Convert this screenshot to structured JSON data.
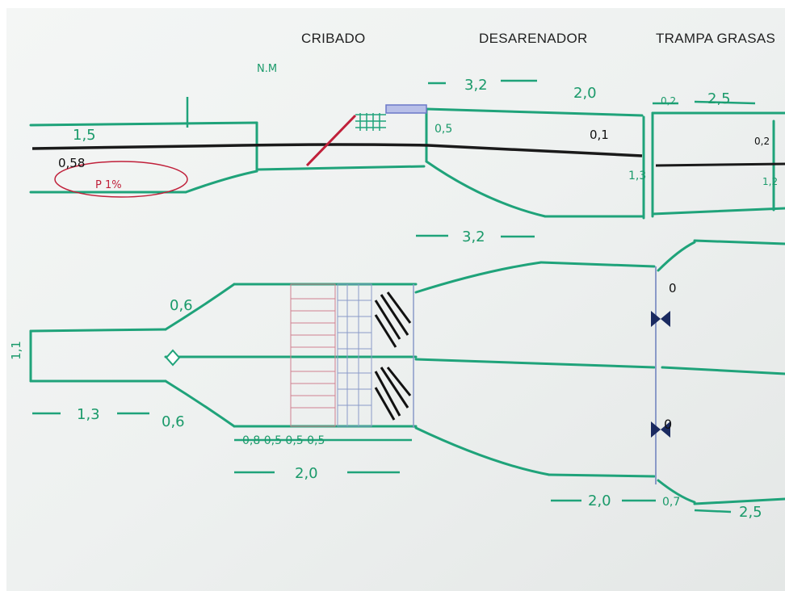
{
  "section_titles": {
    "cribado": "CRIBADO",
    "desarenador": "DESARENADOR",
    "trampa_grasas": "TRAMPA GRASAS"
  },
  "profile_annotations": {
    "width_canal": "1,5",
    "depth_058": "0,58",
    "label_p": "P 1%",
    "label_nm": "N.M",
    "des_length_top": "3,2",
    "des_depth_05": "0,5",
    "des_length_20": "2,0",
    "des_depth_01": "0,1",
    "des_depth_13": "1,3",
    "tg_inlet": "0,2",
    "tg_length": "2,5",
    "tg_depth_02": "0,2",
    "tg_depth_12": "1,2"
  },
  "plan_annotations": {
    "des_length_plan": "3,2",
    "transition_06_top": "0,6",
    "canal_width": "1,1",
    "canal_length": "1,3",
    "transition_06_bottom": "0,6",
    "screens": "0,8 0,5 0,5 0,5",
    "screen_total": "2,0",
    "des_length_bottom": "2,0",
    "tg_inlet_bottom": "0,7",
    "tg_length_bottom": "2,5",
    "valve_label_top": "0",
    "valve_label_bottom": "0"
  }
}
